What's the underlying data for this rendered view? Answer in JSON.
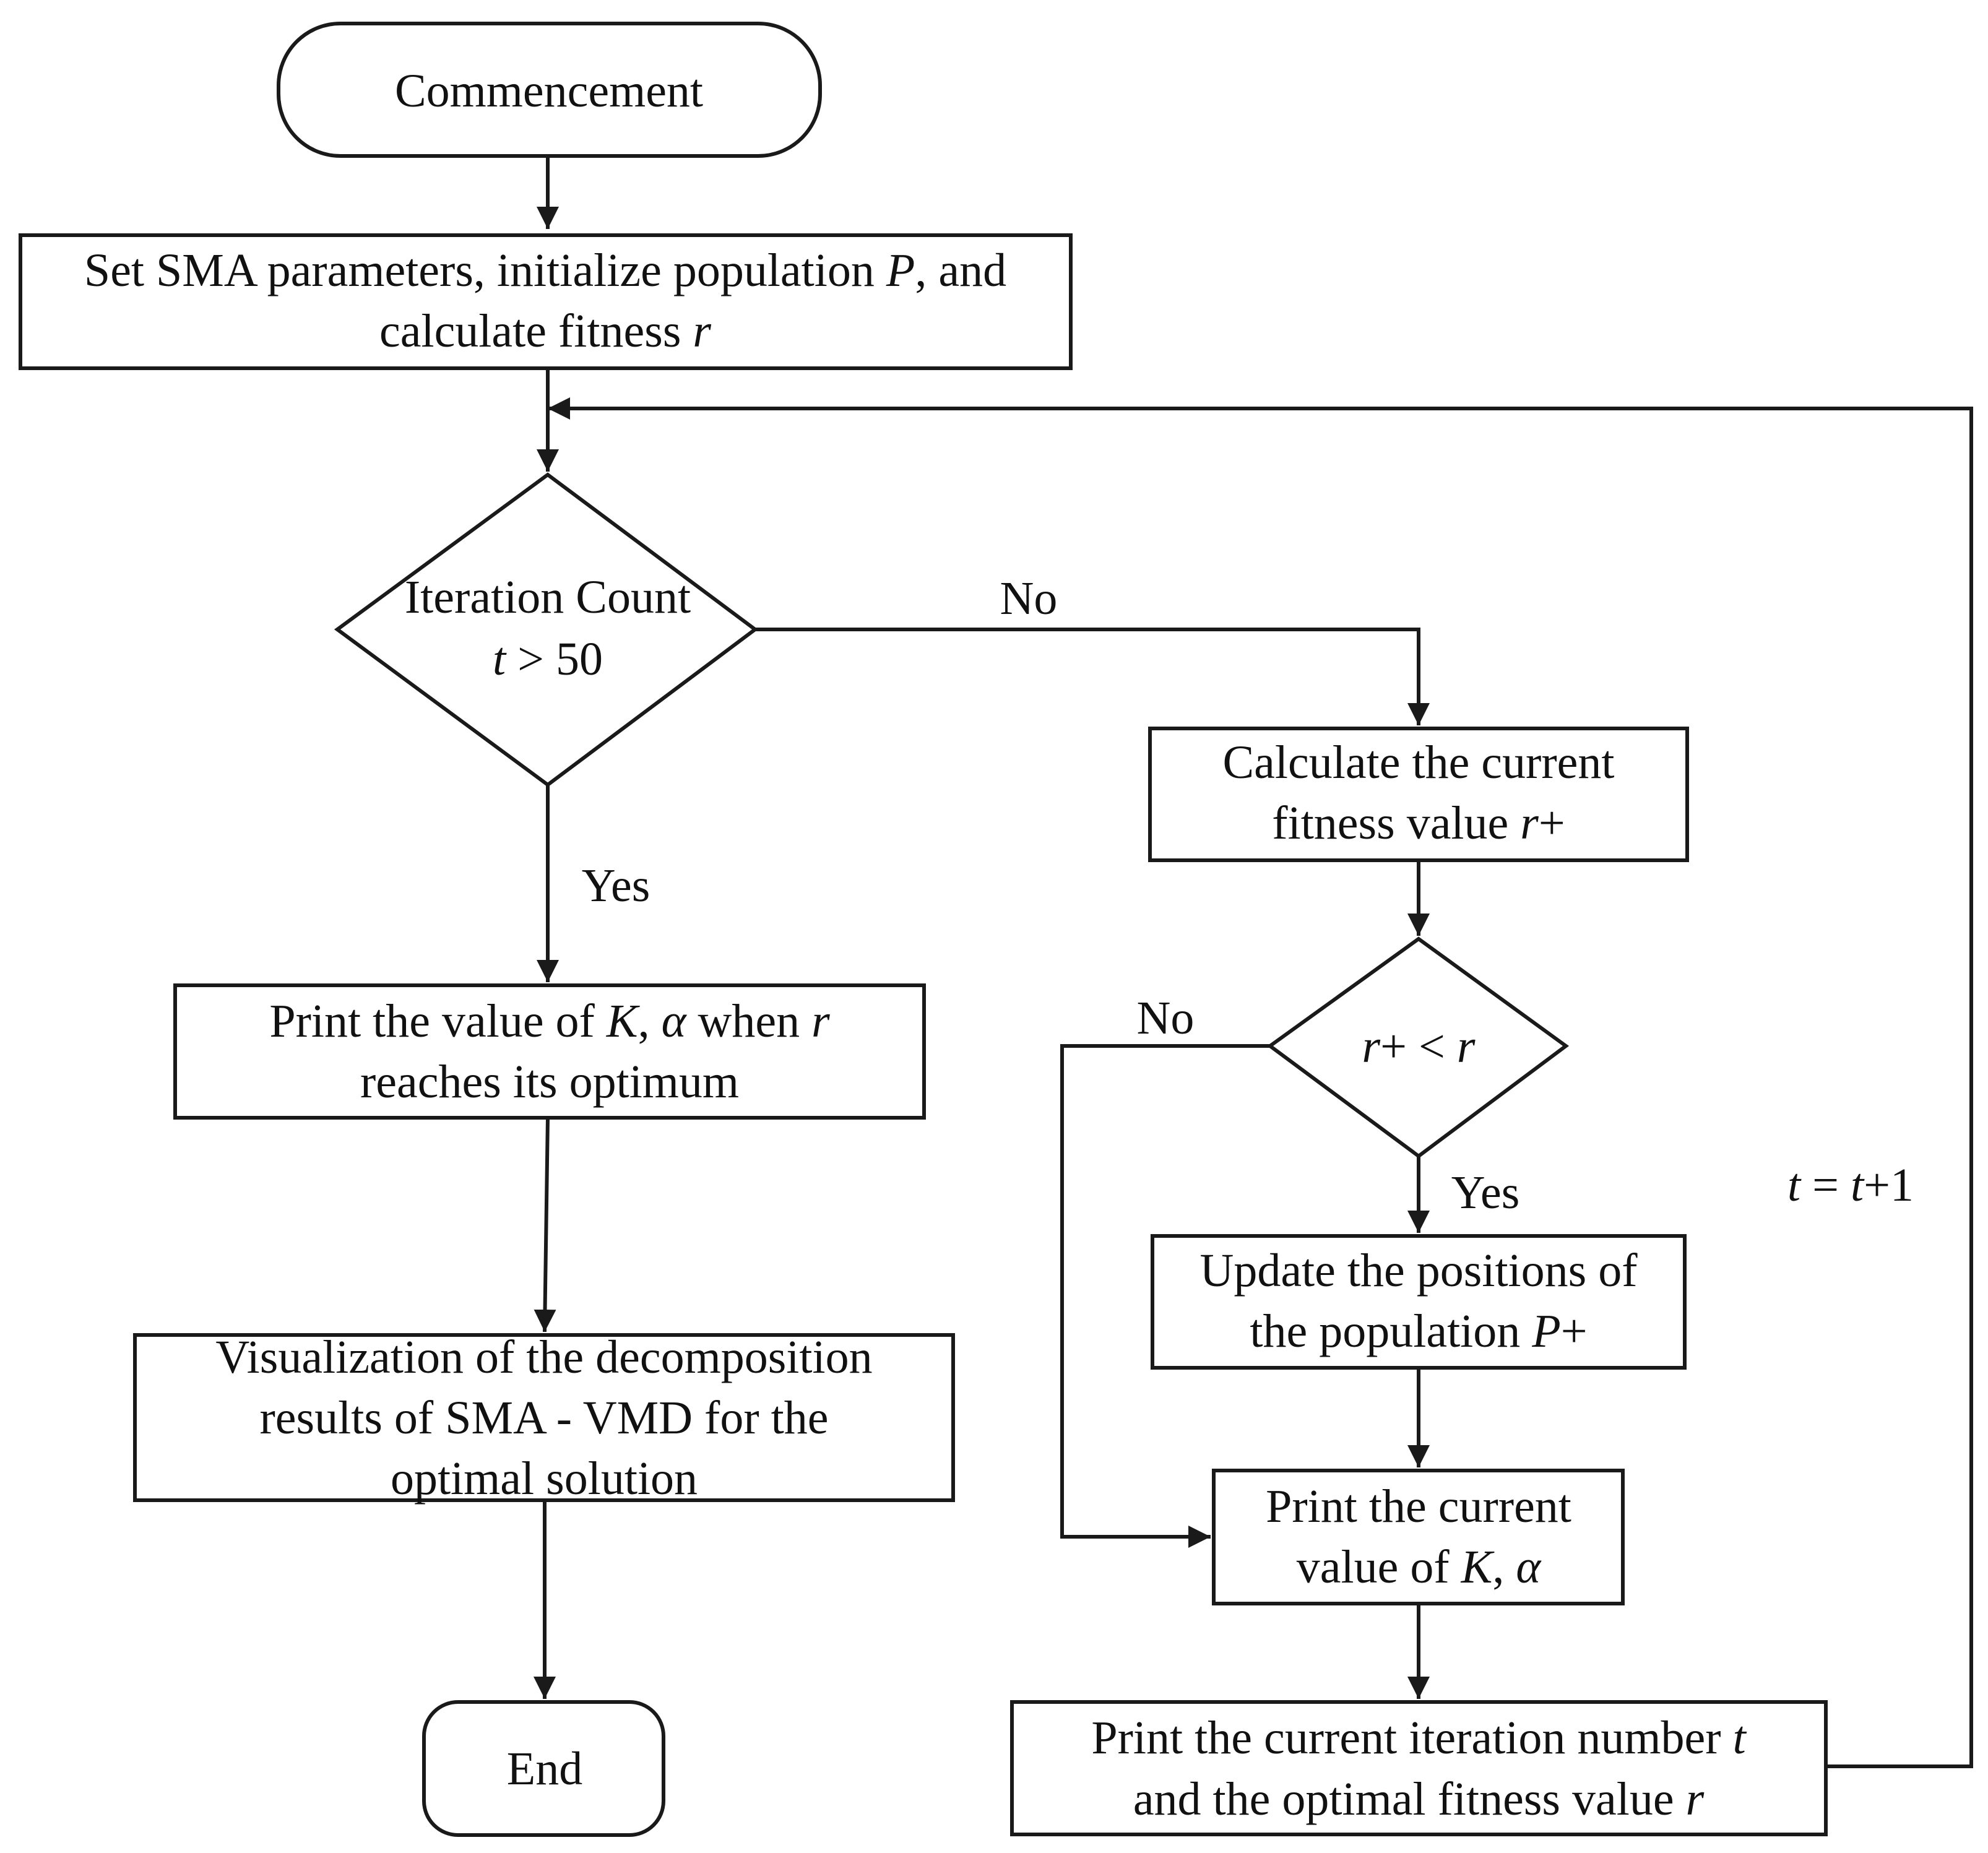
{
  "nodes": {
    "start": {
      "text": "Commencement"
    },
    "init": {
      "line1": {
        "a": "Set SMA parameters, initialize population ",
        "var": "P",
        "b": ", and"
      },
      "line2": {
        "a": "calculate fitness ",
        "var": "r"
      }
    },
    "check_iter": {
      "line1": "Iteration Count",
      "line2": {
        "var": "t",
        "b": " > 50"
      }
    },
    "calc_fitness": {
      "line1": "Calculate the current",
      "line2": {
        "a": "fitness value ",
        "var": "r",
        "b": "+"
      }
    },
    "compare": {
      "var1": "r",
      "mid": "+ < ",
      "var2": "r"
    },
    "update": {
      "line1": "Update the positions of",
      "line2": {
        "a": "the population ",
        "var": "P",
        "b": "+"
      }
    },
    "print_current": {
      "line1": "Print the current",
      "line2": {
        "a": "value of ",
        "var1": "K",
        "mid": ", ",
        "var2": "α"
      }
    },
    "print_iter": {
      "line1": {
        "a": "Print the current iteration number ",
        "var": "t"
      },
      "line2": {
        "a": "and the optimal fitness value ",
        "var": "r"
      }
    },
    "print_opt": {
      "line1": {
        "a": "Print the value of ",
        "var1": "K",
        "mid": ", ",
        "var2": "α",
        "b": " when ",
        "var3": "r"
      },
      "line2": "reaches its optimum"
    },
    "visualize": {
      "line1": "Visualization of the decomposition",
      "line2": "results of SMA - VMD for the",
      "line3": "optimal solution"
    },
    "end": {
      "text": "End"
    }
  },
  "edge_labels": {
    "iter_no": "No",
    "iter_yes": "Yes",
    "compare_no": "No",
    "compare_yes": "Yes",
    "loop": {
      "var1": "t",
      "mid": " = ",
      "var2": "t",
      "b": "+1"
    }
  }
}
